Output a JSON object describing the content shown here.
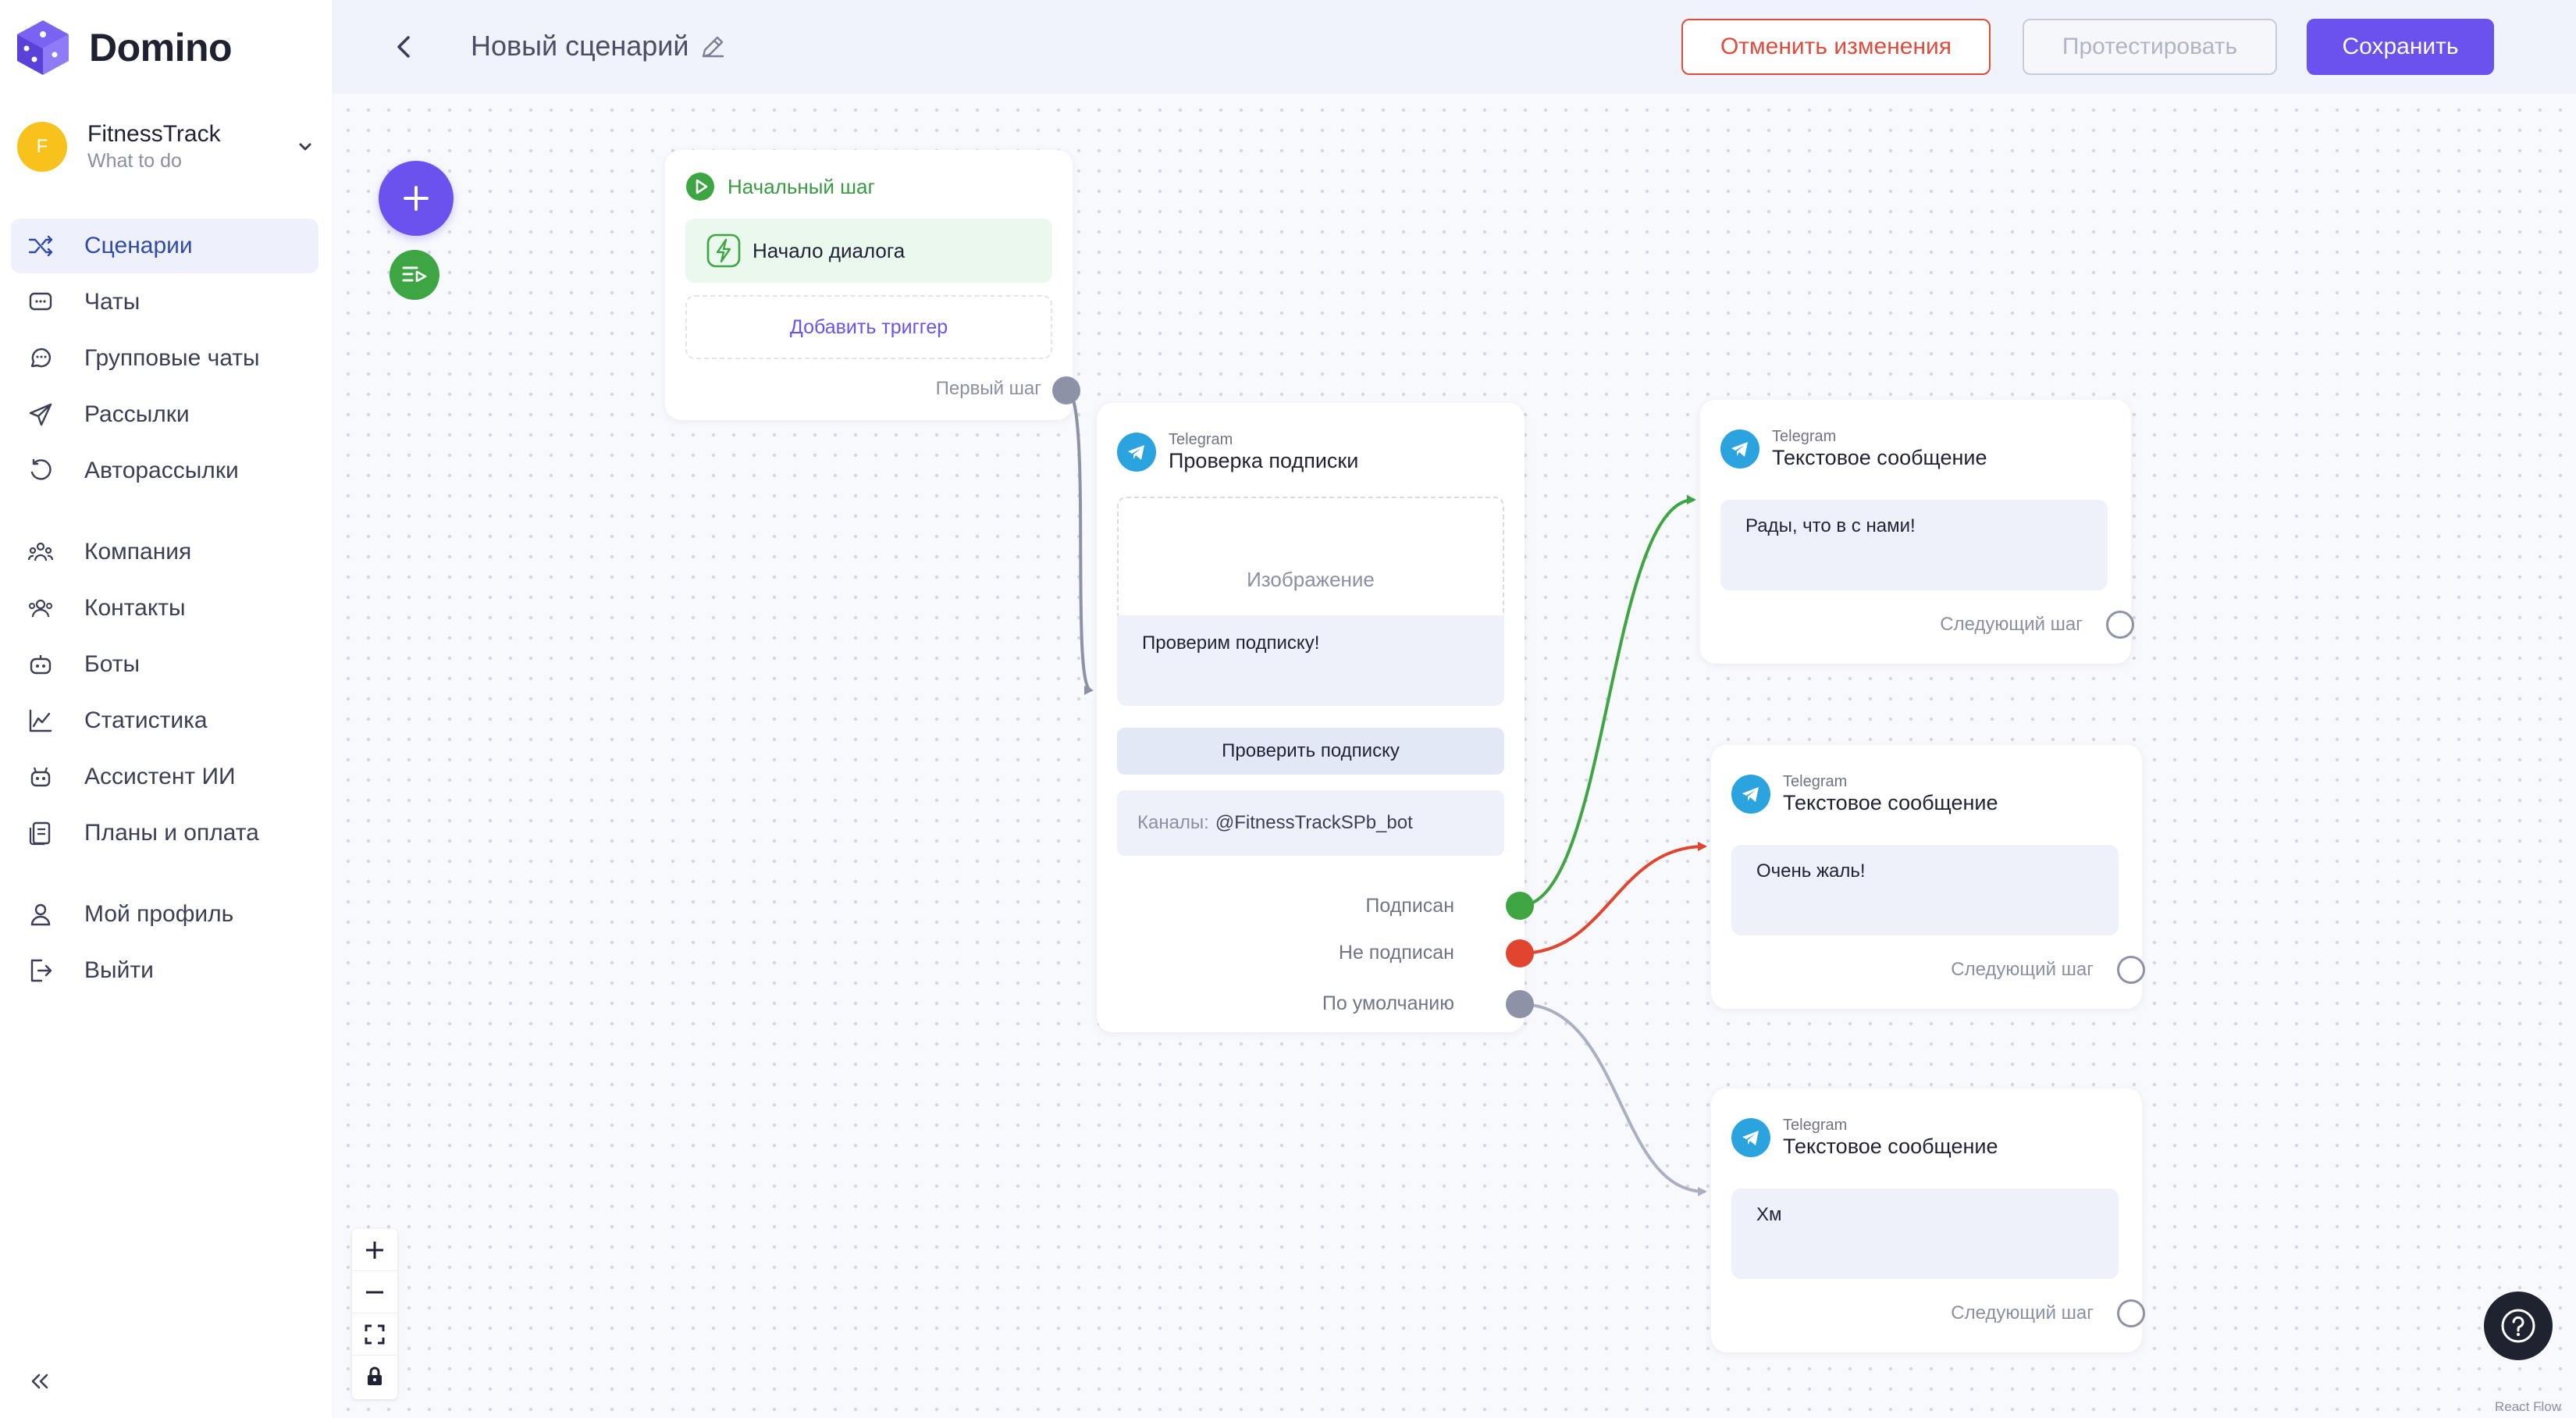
{
  "app": {
    "name": "Domino"
  },
  "workspace": {
    "initial": "F",
    "name": "FitnessTrack",
    "subtitle": "What to do"
  },
  "sidebar": {
    "items": [
      {
        "label": "Сценарии",
        "icon": "shuffle-icon",
        "active": true
      },
      {
        "label": "Чаты",
        "icon": "chat-icon"
      },
      {
        "label": "Групповые чаты",
        "icon": "group-chat-icon"
      },
      {
        "label": "Рассылки",
        "icon": "send-icon"
      },
      {
        "label": "Авторассылки",
        "icon": "auto-send-icon"
      },
      {
        "label": "Компания",
        "icon": "company-icon"
      },
      {
        "label": "Контакты",
        "icon": "contacts-icon"
      },
      {
        "label": "Боты",
        "icon": "bot-icon"
      },
      {
        "label": "Статистика",
        "icon": "chart-icon"
      },
      {
        "label": "Ассистент ИИ",
        "icon": "ai-assistant-icon"
      },
      {
        "label": "Планы и оплата",
        "icon": "billing-icon"
      },
      {
        "label": "Мой профиль",
        "icon": "profile-icon"
      },
      {
        "label": "Выйти",
        "icon": "logout-icon"
      }
    ]
  },
  "header": {
    "title": "Новый сценарий",
    "cancel_label": "Отменить изменения",
    "test_label": "Протестировать",
    "save_label": "Сохранить"
  },
  "flow": {
    "start": {
      "title": "Начальный шаг",
      "trigger": "Начало диалога",
      "add_trigger": "Добавить триггер",
      "output": "Первый шаг"
    },
    "subscription_check": {
      "platform": "Telegram",
      "title": "Проверка подписки",
      "image_placeholder": "Изображение",
      "message": "Проверим подписку!",
      "button": "Проверить подписку",
      "channels_label": "Каналы:",
      "channels_value": "@FitnessTrackSPb_bot",
      "outputs": [
        "Подписан",
        "Не подписан",
        "По умолчанию"
      ]
    },
    "messages": [
      {
        "platform": "Telegram",
        "title": "Текстовое сообщение",
        "text": "Рады, что в с нами!",
        "next": "Следующий шаг"
      },
      {
        "platform": "Telegram",
        "title": "Текстовое сообщение",
        "text": "Очень жаль!",
        "next": "Следующий шаг"
      },
      {
        "platform": "Telegram",
        "title": "Текстовое сообщение",
        "text": "Хм",
        "next": "Следующий шаг"
      }
    ]
  },
  "footer": {
    "attribution": "React Flow"
  },
  "colors": {
    "accent": "#6b52ef",
    "success": "#3ea543",
    "danger": "#e2452f",
    "telegram": "#2aa3df"
  }
}
